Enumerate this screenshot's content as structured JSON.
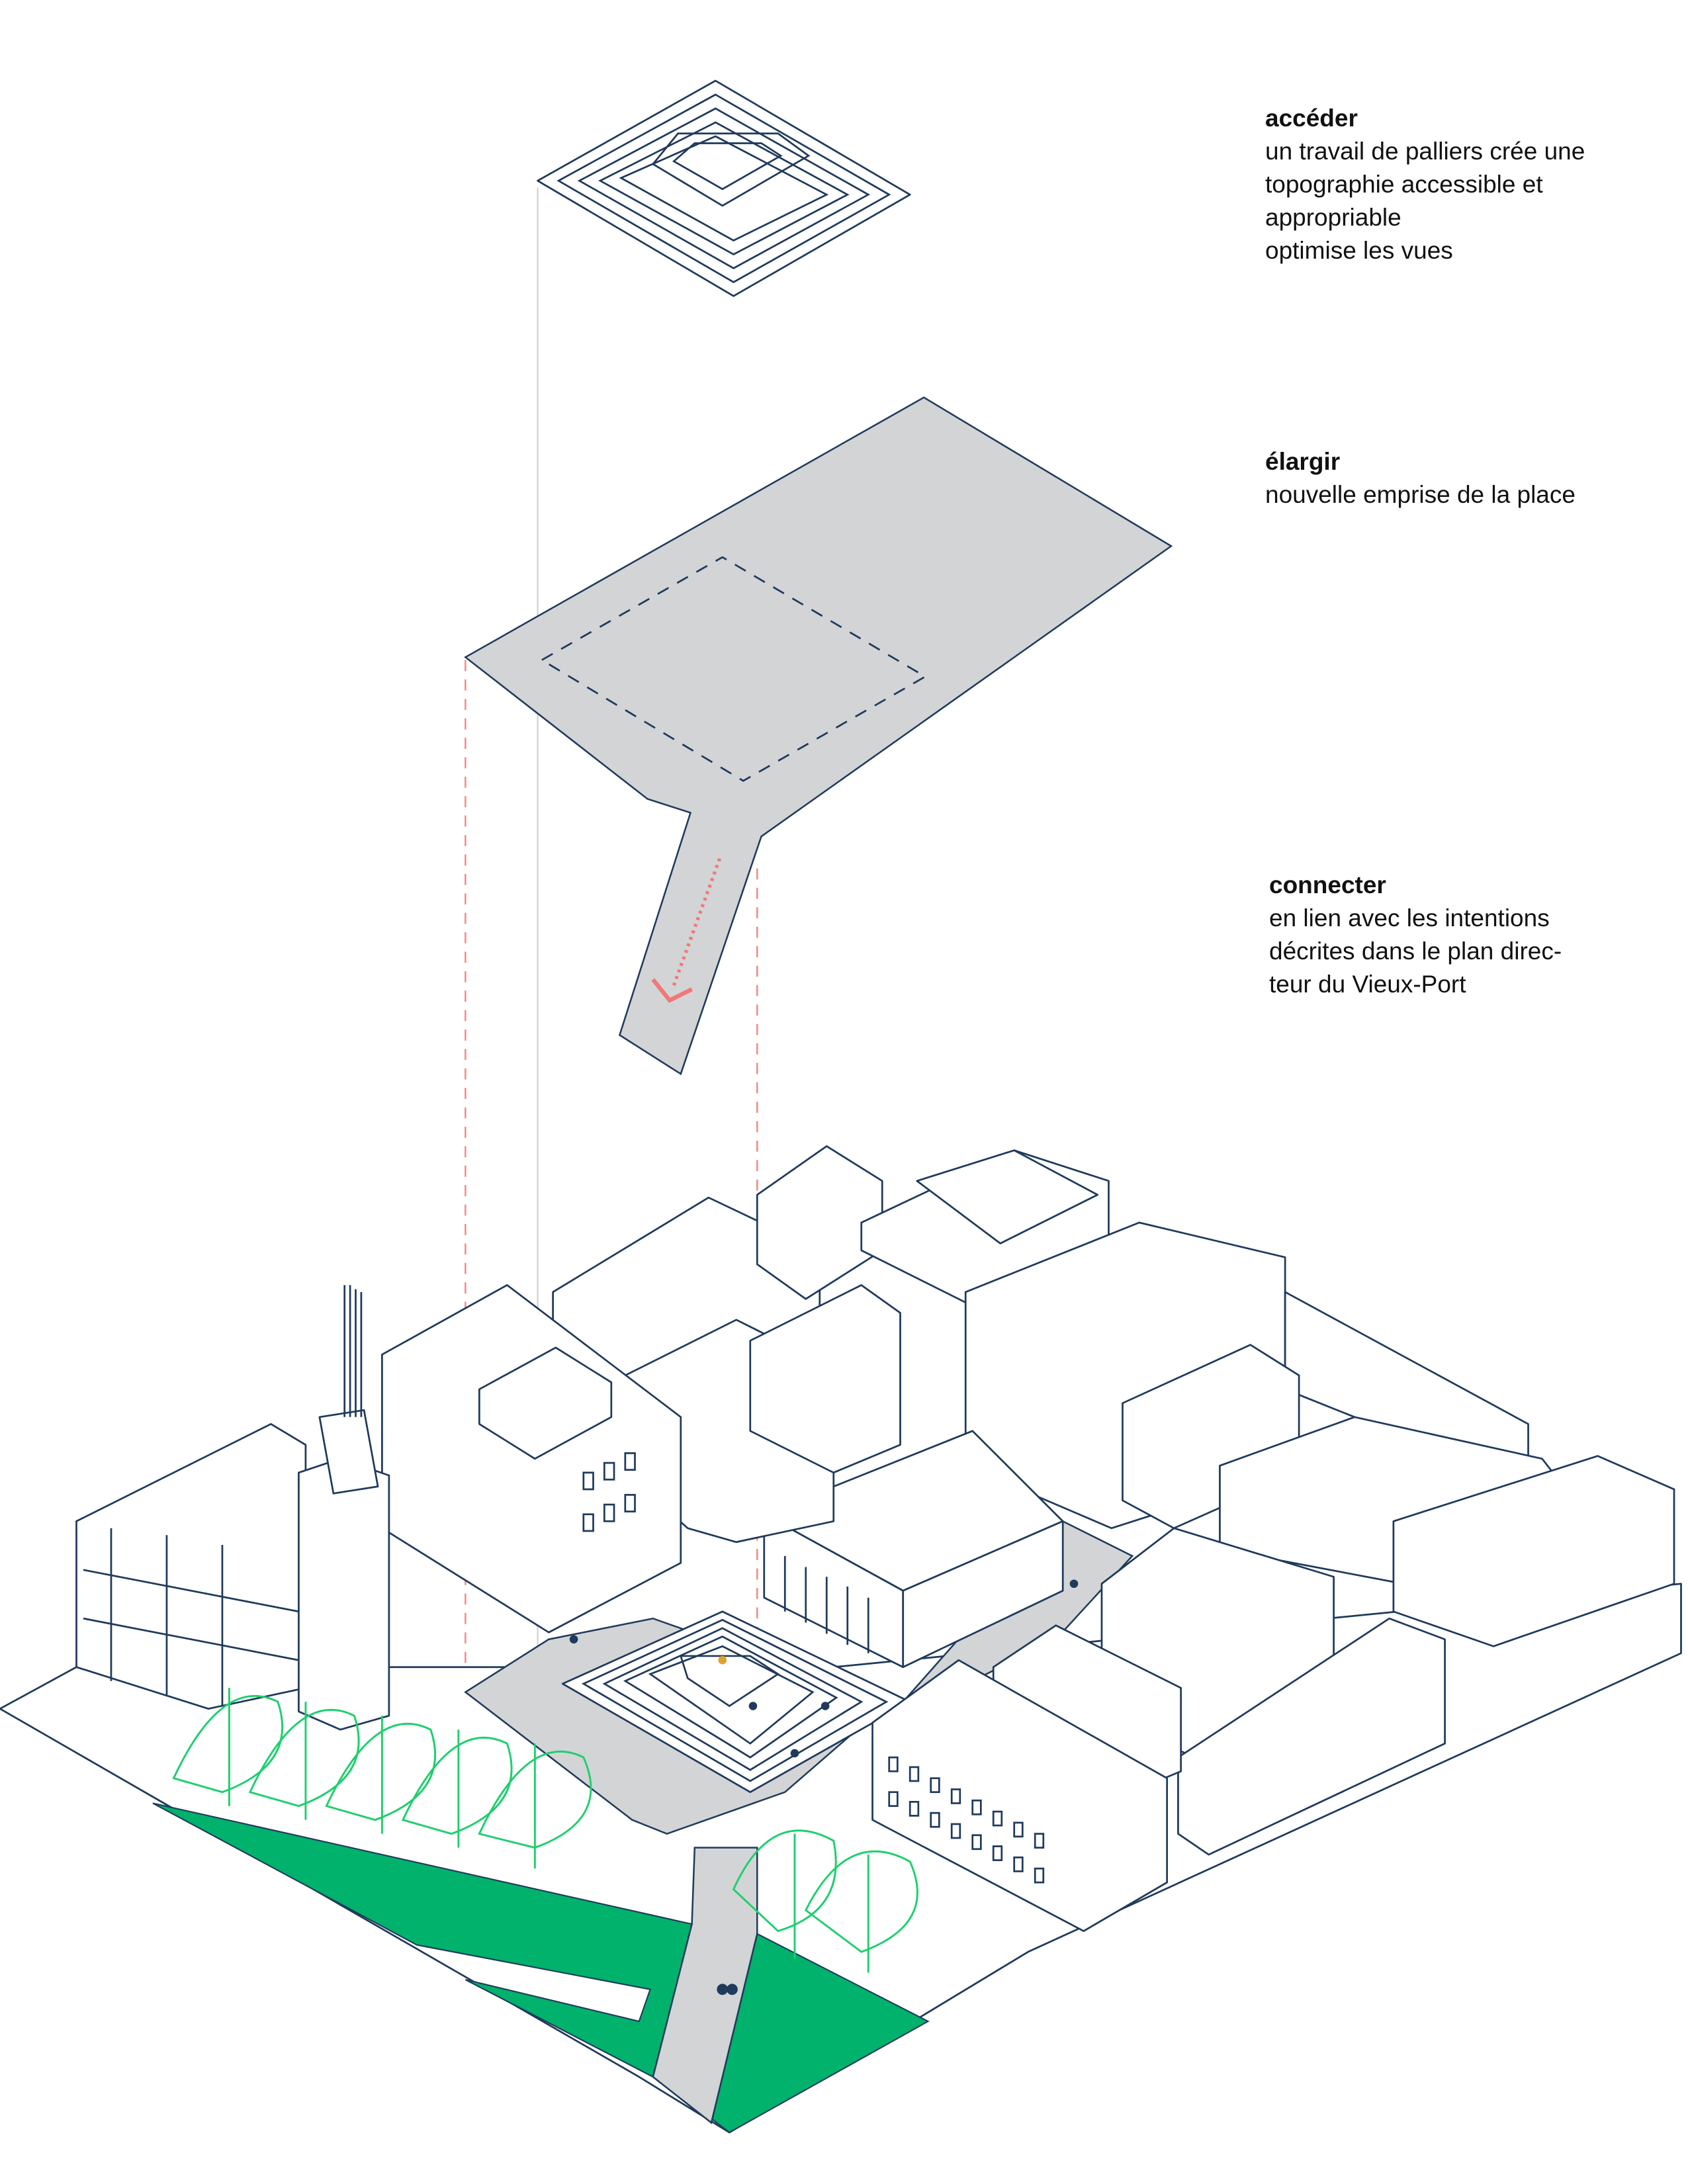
{
  "captions": {
    "acceder": {
      "title": "accéder",
      "lines": [
        "un travail de palliers crée une",
        "topographie accessible et",
        "appropriable",
        "optimise les vues"
      ]
    },
    "elargir": {
      "title": "élargir",
      "lines": [
        "nouvelle emprise de la place"
      ]
    },
    "connecter": {
      "title": "connecter",
      "lines": [
        "en lien avec les intentions",
        "décrites dans le plan direc-",
        "teur du Vieux-Port"
      ]
    }
  },
  "colors": {
    "line": "#1f3a5c",
    "plaza": "#d3d4d6",
    "green": "#00b26b",
    "tree": "#1fcf6e",
    "guide": "#f08a8a"
  }
}
